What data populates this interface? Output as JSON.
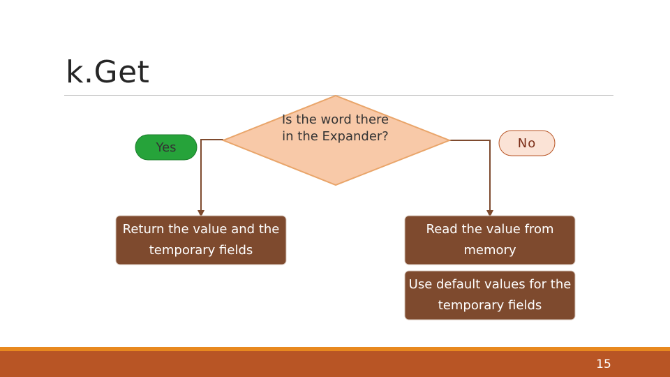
{
  "slide": {
    "title": "k.Get",
    "page_number": "15"
  },
  "flowchart": {
    "decision": "Is the word there in the Expander?",
    "yes_label": "Yes",
    "no_label": "No",
    "yes_action": "Return the value and the temporary fields",
    "no_action_1": "Read the value from memory",
    "no_action_2": "Use default values for the temporary fields"
  },
  "colors": {
    "decision_fill": "#F8C9A8",
    "decision_stroke": "#E9A56A",
    "yes_fill": "#26A33A",
    "no_fill": "#FBE3D6",
    "no_stroke": "#B85525",
    "action_fill": "#7E4A2E",
    "connector": "#7E4A2E",
    "footer_orange": "#E8891F",
    "footer_rust": "#B85525"
  }
}
